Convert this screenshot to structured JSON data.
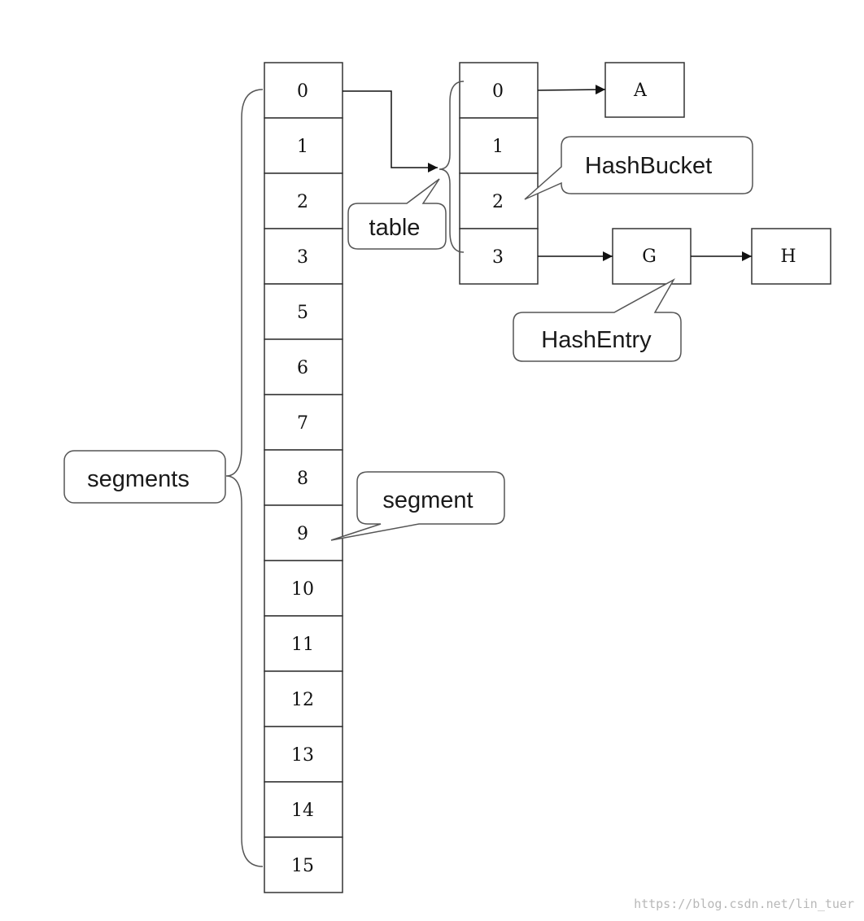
{
  "segments": {
    "cells": [
      "0",
      "1",
      "2",
      "3",
      "5",
      "6",
      "7",
      "8",
      "9",
      "10",
      "11",
      "12",
      "13",
      "14",
      "15"
    ]
  },
  "table": {
    "cells": [
      "0",
      "1",
      "2",
      "3"
    ]
  },
  "nodes": {
    "a": "A",
    "g": "G",
    "h": "H"
  },
  "callouts": {
    "segments": "segments",
    "segment": "segment",
    "table": "table",
    "hash_bucket": "HashBucket",
    "hash_entry": "HashEntry"
  },
  "watermark": "https://blog.csdn.net/lin_tuer",
  "colors": {
    "stroke": "#333333",
    "background": "#ffffff"
  }
}
